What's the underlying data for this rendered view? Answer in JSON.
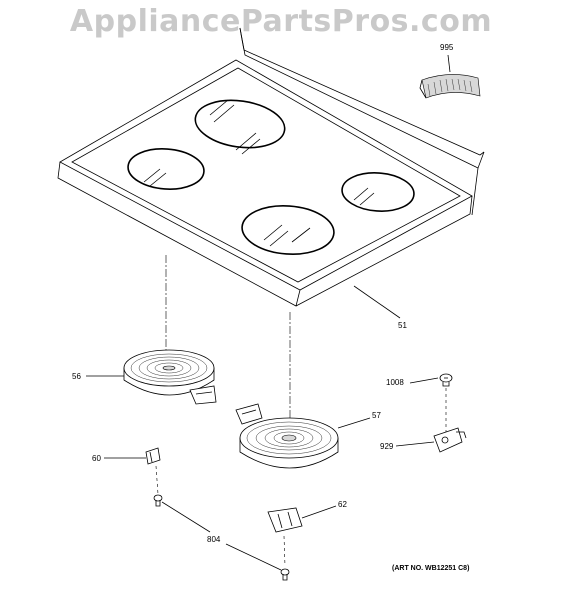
{
  "watermark": "AppliancePartsPros.com",
  "art_number": "(ART NO. WB12251 C8)",
  "labels": {
    "p995": "995",
    "p51": "51",
    "p56": "56",
    "p57": "57",
    "p1008": "1008",
    "p929": "929",
    "p60": "60",
    "p62": "62",
    "p804": "804"
  }
}
